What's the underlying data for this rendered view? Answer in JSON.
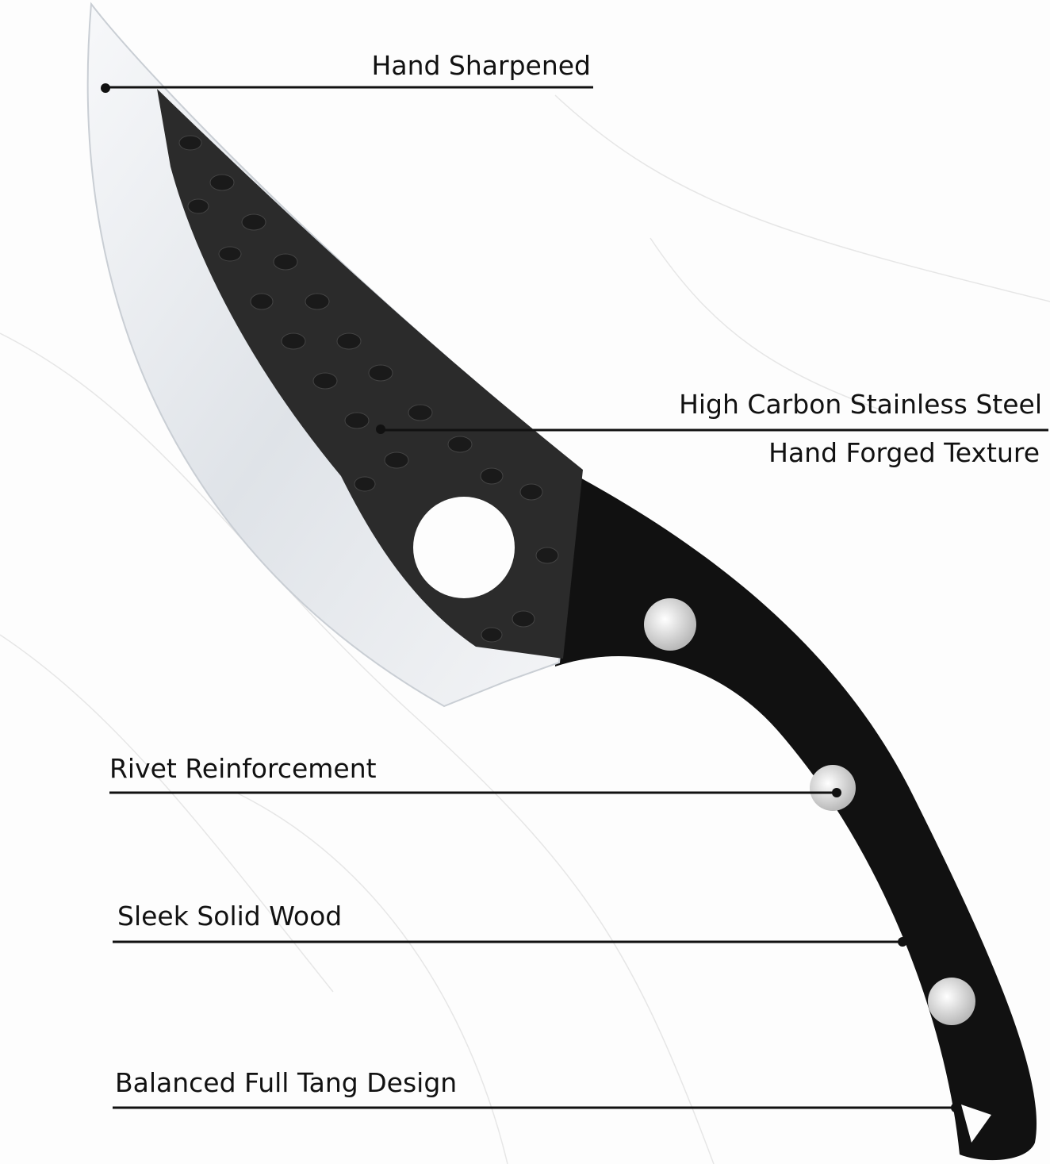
{
  "callouts": {
    "hand_sharpened": "Hand Sharpened",
    "high_carbon": "High Carbon Stainless Steel",
    "hand_forged": "Hand Forged Texture",
    "rivet": "Rivet Reinforcement",
    "wood": "Sleek Solid Wood",
    "full_tang": "Balanced Full Tang Design"
  },
  "colors": {
    "background": "#fdfdfd",
    "handle": "#111111",
    "hammered": "#2b2b2b",
    "blade": "#e9ecef",
    "rivet": "#d6d6d6",
    "line": "#111111"
  }
}
